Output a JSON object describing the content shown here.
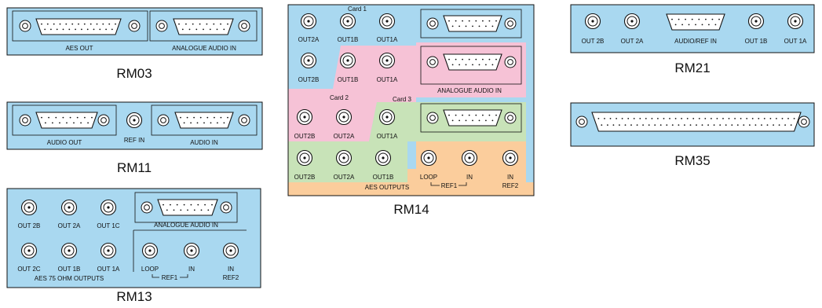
{
  "colors": {
    "panel": "#a9d8f0",
    "pink": "#f6c2d6",
    "green": "#c8e3b8",
    "orange": "#fbcd9c",
    "stroke": "#111111"
  },
  "panels": {
    "rm03": {
      "caption": "RM03",
      "labels": {
        "aes_out": "AES OUT",
        "analogue_audio_in": "ANALOGUE AUDIO IN"
      }
    },
    "rm11": {
      "caption": "RM11",
      "labels": {
        "audio_out": "AUDIO OUT",
        "ref_in": "REF IN",
        "audio_in": "AUDIO IN"
      }
    },
    "rm13": {
      "caption": "RM13",
      "labels": {
        "out_2b": "OUT 2B",
        "out_2a": "OUT 2A",
        "out_1c": "OUT 1C",
        "out_2c": "OUT 2C",
        "out_1b": "OUT 1B",
        "out_1a": "OUT 1A",
        "analogue_audio_in": "ANALOGUE AUDIO IN",
        "aes_75_ohm_outputs": "AES 75 OHM OUTPUTS",
        "loop": "LOOP",
        "in": "IN",
        "ref1": "REF1",
        "in2": "IN",
        "ref2": "REF2"
      }
    },
    "rm14": {
      "caption": "RM14",
      "labels": {
        "card1": "Card 1",
        "card2": "Card 2",
        "card3": "Card 3",
        "c1_out2a": "OUT2A",
        "c1_out1b": "OUT1B",
        "c1_out1a": "OUT1A",
        "c1_out2b": "OUT2B",
        "c2_out1b": "OUT1B",
        "c2_out1a": "OUT1A",
        "c2_out2b": "OUT2B",
        "c2_out2a": "OUT2A",
        "c3_out1a": "OUT1A",
        "c3_out2b": "OUT2B",
        "c3_out2a": "OUT2A",
        "c3_out1b": "OUT1B",
        "analogue_audio_in": "ANALOGUE AUDIO IN",
        "aes_outputs": "AES OUTPUTS",
        "loop": "LOOP",
        "in": "IN",
        "ref1": "REF1",
        "in2": "IN",
        "ref2": "REF2"
      }
    },
    "rm21": {
      "caption": "RM21",
      "labels": {
        "out_2b": "OUT 2B",
        "out_2a": "OUT 2A",
        "audio_ref_in": "AUDIO/REF IN",
        "out_1b": "OUT 1B",
        "out_1a": "OUT 1A"
      }
    },
    "rm35": {
      "caption": "RM35"
    }
  }
}
